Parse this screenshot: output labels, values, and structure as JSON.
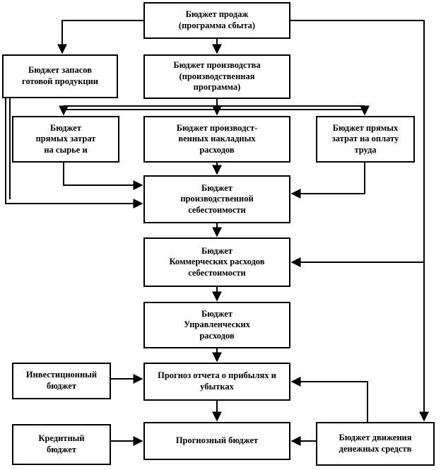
{
  "nodes": {
    "sales": "Бюджет продаж\n(программа сбыта)",
    "inventory": "Бюджет запасов\nготовой продукции",
    "production": "Бюджет производства\n(производственная\nпрограмма)",
    "materials": "Бюджет\nпрямых затрат\nна сырье и",
    "overhead": "Бюджет производст-\nвенных накладных\nрасходов",
    "labor": "Бюджет прямых\nзатрат на оплату\nтруда",
    "cost": "Бюджет\nпроизводственной\nсебестоимости",
    "commercial": "Бюджет\nКоммерческих расходов\nсебестоимости",
    "admin": "Бюджет\nУправленческих\nрасходов",
    "investment": "Инвестиционный\nбюджет",
    "profit_forecast": "Прогноз отчета о прибылях и\nубытках",
    "credit": "Кредитный\nбюджет",
    "forecast_budget": "Прогнозный бюджет",
    "cash_flow": "Бюджет движения\nденежных средств"
  },
  "colors": {
    "line": "#000000",
    "fill": "#ffffff"
  }
}
